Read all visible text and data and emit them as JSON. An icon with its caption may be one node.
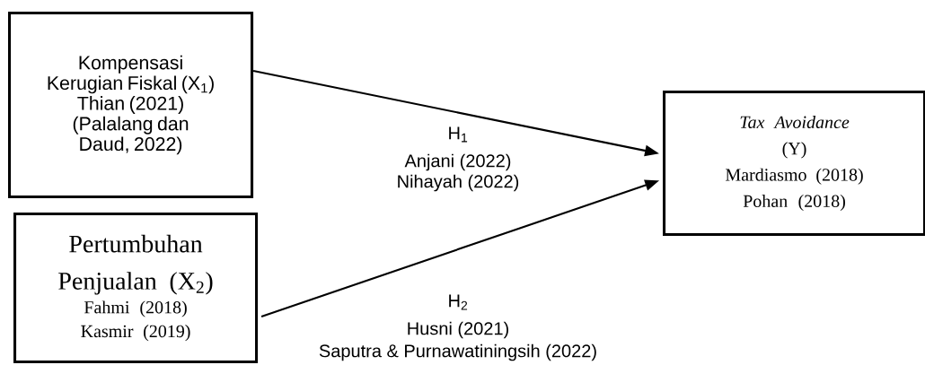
{
  "diagram": {
    "nodes": [
      {
        "text": [
          "Kompensasi Kerugian Fiskal (X$_{1}$)",
          "Thian (2021) (Palalang dan Daud, 2022)"
        ]
      },
      {
        "text": [
          "Pertumbuhan Penjualan (X$_{2}$)",
          "Fahmi (2018) Kasmir (2019)"
        ]
      },
      {
        "text": [
          "Tax Avoidance",
          "(Y)",
          "Mardiasmo (2018) Pohan (2018)"
        ]
      }
    ],
    "edges": [
      {
        "from": 0,
        "to": 2,
        "arrow": "to",
        "label": "H$_{1}$"
      },
      {
        "from": 1,
        "to": 2,
        "arrow": "to",
        "label": "H$_{2}$"
      }
    ],
    "labels": [
      "Anjani (2022)",
      "Nihayah (2022)",
      "Husni (2021)",
      "Saputra & Purnawatiningsih (2022)"
    ]
  }
}
